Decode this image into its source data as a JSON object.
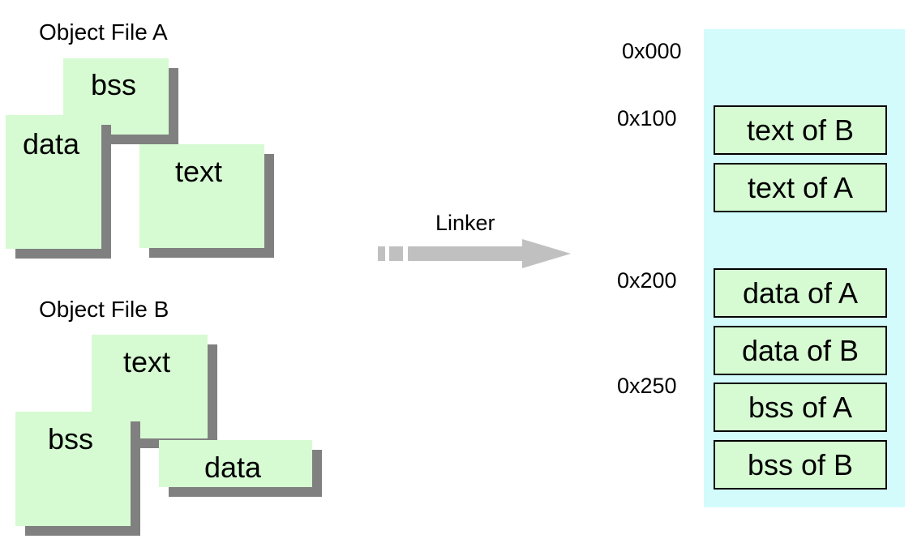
{
  "object_file_a": {
    "label": "Object File A",
    "sections": {
      "bss": "bss",
      "data": "data",
      "text": "text"
    }
  },
  "object_file_b": {
    "label": "Object File B",
    "sections": {
      "text": "text",
      "bss": "bss",
      "data": "data"
    }
  },
  "linker": {
    "label": "Linker"
  },
  "memory_map": {
    "addresses": [
      "0x000",
      "0x100",
      "0x200",
      "0x250"
    ],
    "sections": [
      "text of B",
      "text of A",
      "data of A",
      "data of B",
      "bss of A",
      "bss of B"
    ]
  },
  "colors": {
    "section_fill": "#d6fbd2",
    "section_shadow": "#808080",
    "memory_background": "#d4fbfb",
    "arrow": "#c0c0c0"
  }
}
